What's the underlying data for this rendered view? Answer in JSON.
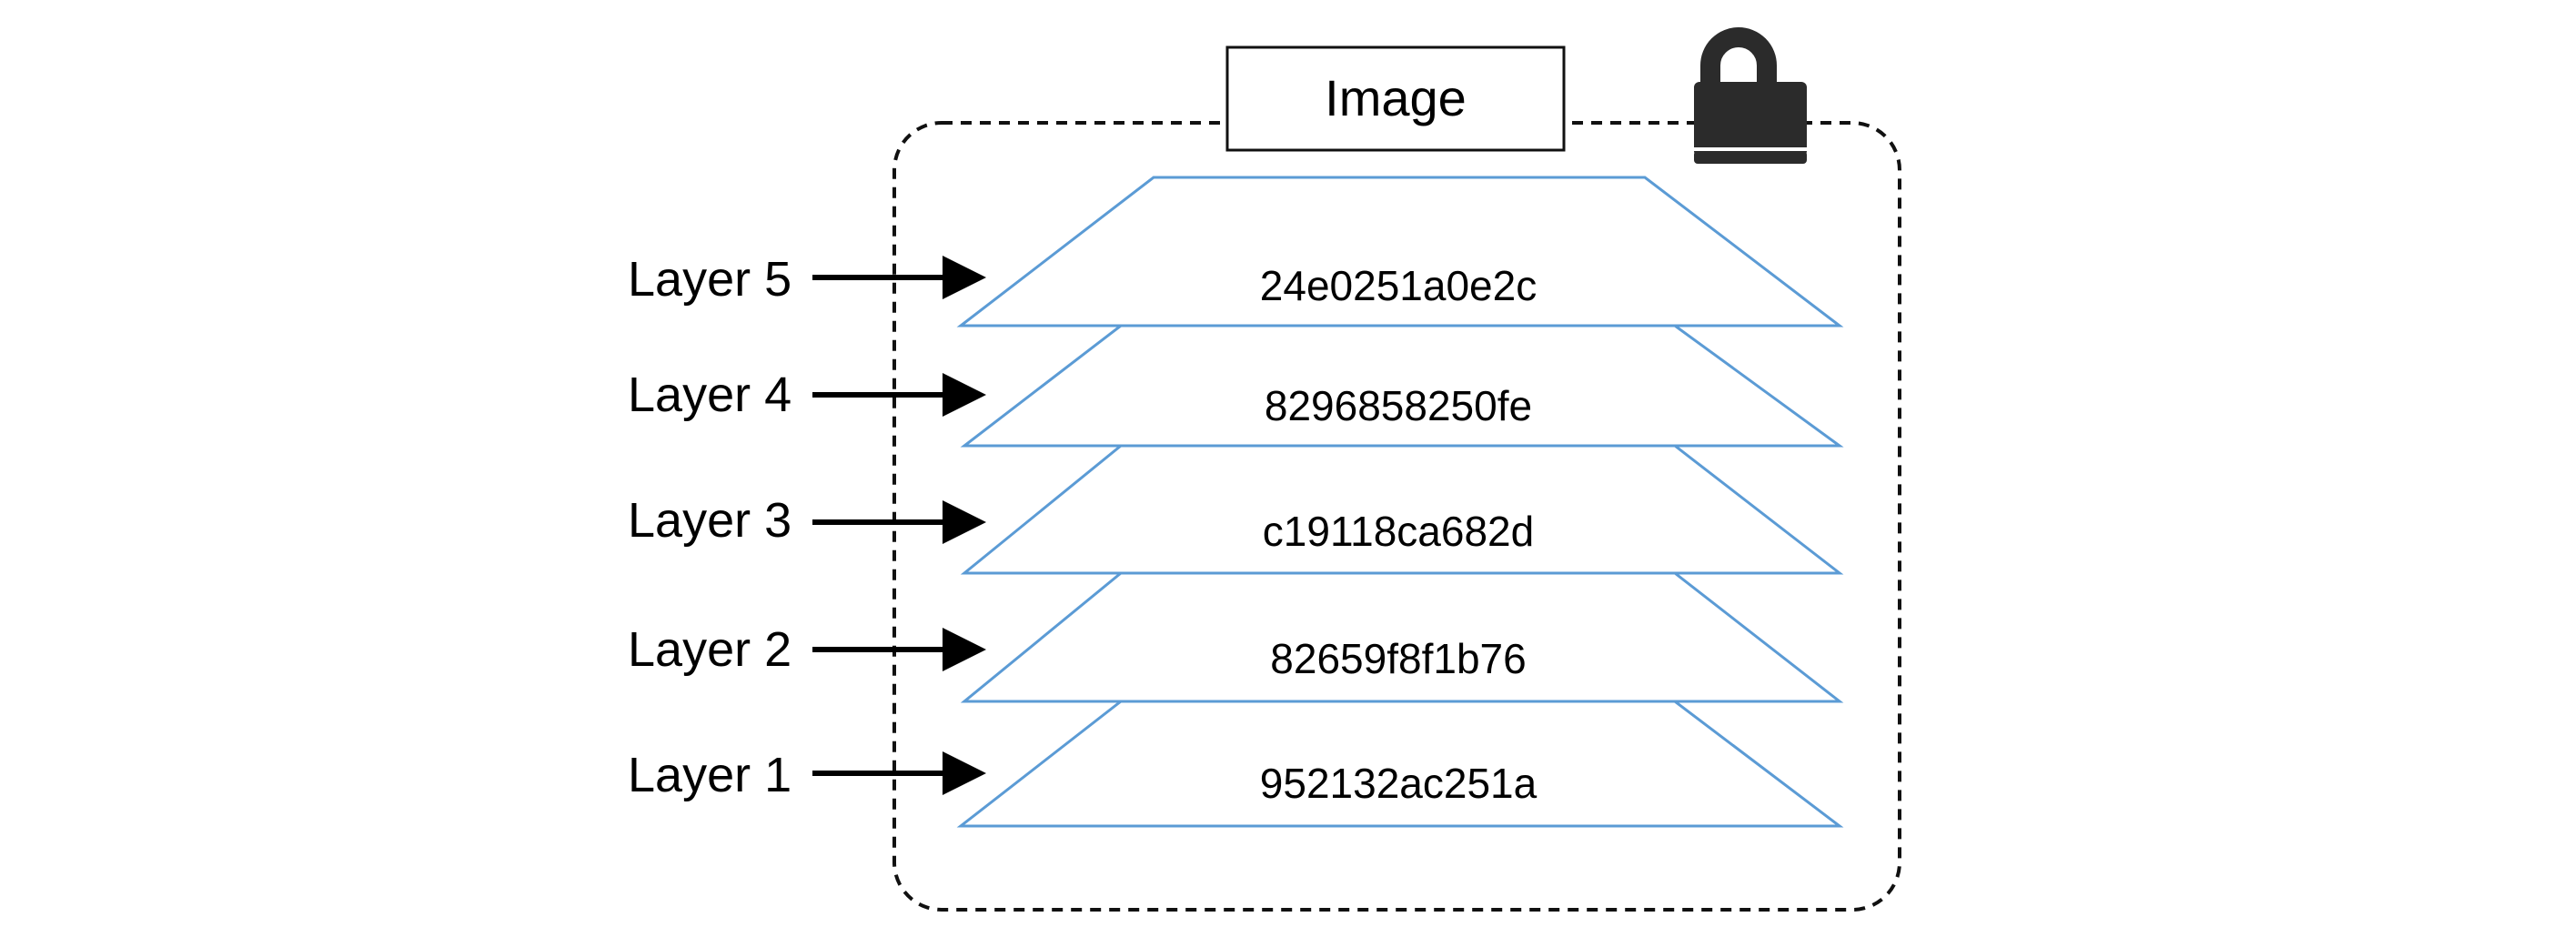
{
  "image_title": "Image",
  "lock_icon": "lock-icon",
  "colors": {
    "layer_outline": "#5b9bd5",
    "container_border": "#111111",
    "arrow": "#000000",
    "lock": "#2b2b2b"
  },
  "layers": [
    {
      "label": "Layer 5",
      "hash": "24e0251a0e2c"
    },
    {
      "label": "Layer 4",
      "hash": "8296858250fe"
    },
    {
      "label": "Layer 3",
      "hash": "c19118ca682d"
    },
    {
      "label": "Layer 2",
      "hash": "82659f8f1b76"
    },
    {
      "label": "Layer 1",
      "hash": "952132ac251a"
    }
  ]
}
